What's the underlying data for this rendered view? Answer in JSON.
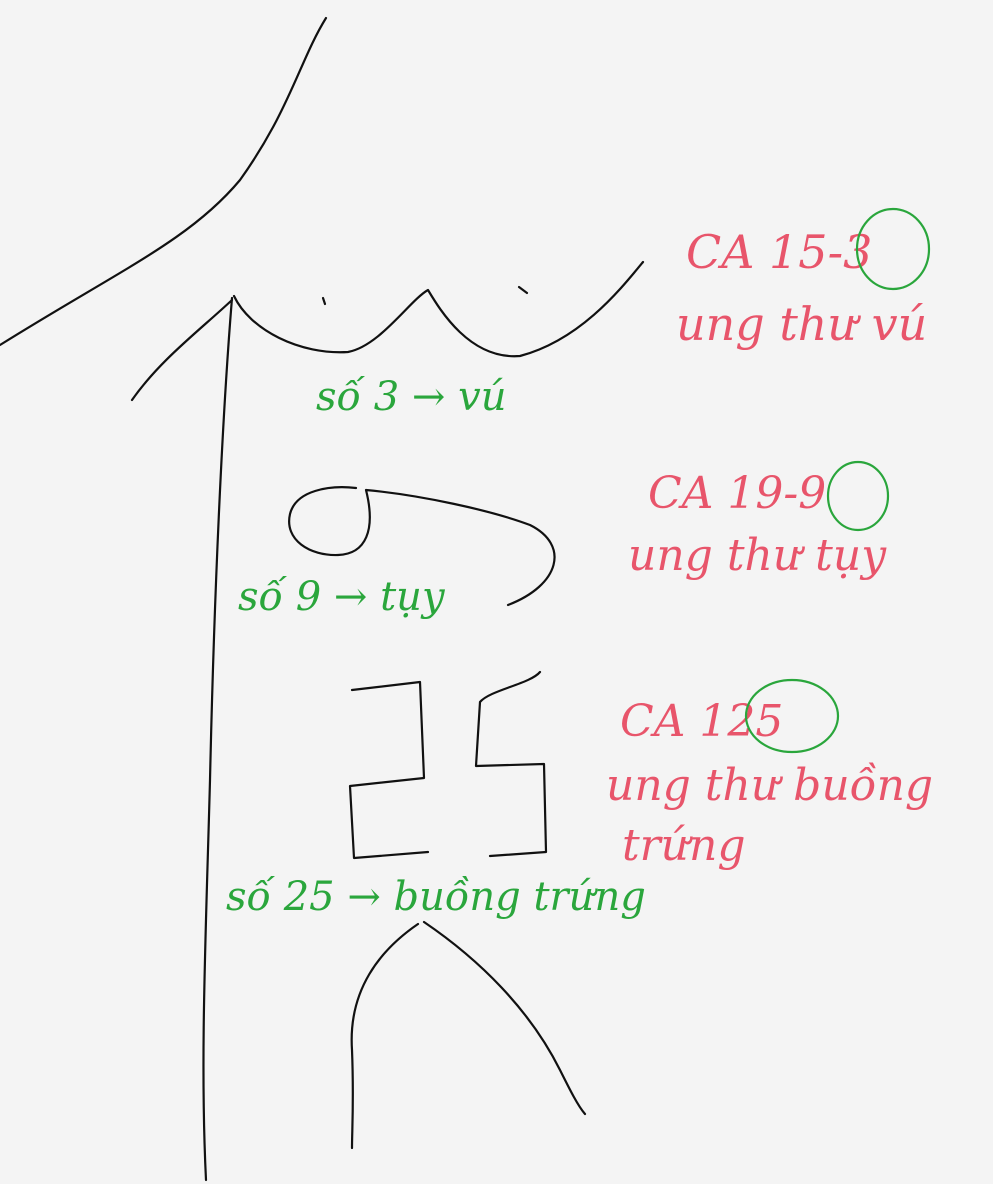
{
  "colors": {
    "background": "#f4f4f4",
    "outline": "#111111",
    "green_ink": "#2aa63c",
    "red_ink": "#e8556b"
  },
  "annotations": {
    "breast": {
      "green_label": "số 3 → vú",
      "red_case": "CA 15-3",
      "red_desc": "ung thư vú",
      "circled": "3"
    },
    "pancreas": {
      "green_label": "số 9 → tụy",
      "red_case": "CA 19-9",
      "red_desc": "ung thư tụy",
      "circled": "9"
    },
    "ovary": {
      "green_label": "số 25 → buồng trứng",
      "red_case": "CA 125",
      "red_desc_line1": "ung thư buồng",
      "red_desc_line2": "trứng",
      "circled": "25"
    }
  }
}
